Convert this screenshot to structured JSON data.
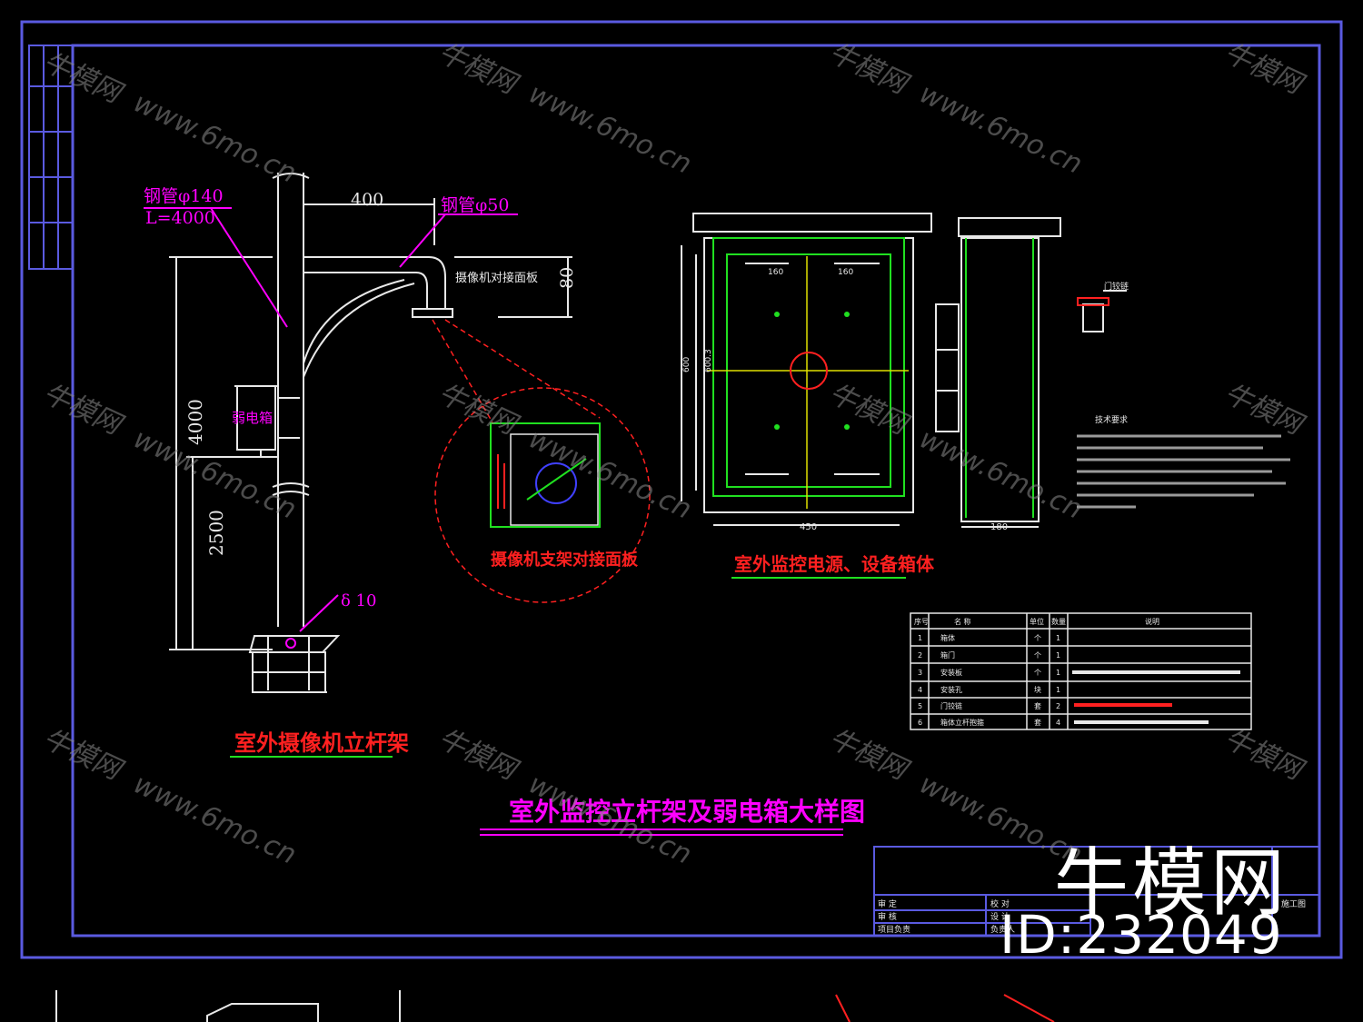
{
  "drawing": {
    "main_title": "室外监控立杆架及弱电箱大样图",
    "pole_title": "室外摄像机立杆架",
    "panel_title": "摄像机支架对接面板",
    "box_title": "室外监控电源、设备箱体",
    "pole_labels": {
      "steel_pipe_main": "钢管φ140",
      "steel_pipe_length": "L=4000",
      "steel_pipe_arm": "钢管φ50",
      "arm_length": "400",
      "drop_height": "80",
      "camera_plate": "摄像机对接面板",
      "weak_box": "弱电箱",
      "total_height": "4000",
      "lower_height": "2500",
      "base_plate": "δ 10"
    },
    "box_dims": {
      "width_front": "450",
      "height_front": "600",
      "inner_height": "600.3",
      "inner_width_a": "160",
      "inner_width_b": "160",
      "side_width": "180"
    },
    "door_lock_label": "门铰链",
    "notes_title": "技术要求",
    "table_headers": [
      "序号",
      "名    称",
      "单位",
      "数量",
      "说明"
    ],
    "table_rows": [
      [
        "1",
        "箱体",
        "个",
        "1",
        ""
      ],
      [
        "2",
        "箱门",
        "个",
        "1",
        ""
      ],
      [
        "3",
        "安装板",
        "个",
        "1",
        ""
      ],
      [
        "4",
        "安装孔",
        "块",
        "1",
        ""
      ],
      [
        "5",
        "门铰链",
        "套",
        "2",
        ""
      ],
      [
        "6",
        "箱体立杆抱箍",
        "套",
        "4",
        ""
      ]
    ]
  },
  "title_block": {
    "rows": [
      "审 定",
      "审 核",
      "项目负责"
    ],
    "col2": [
      "校 对",
      "设 计",
      "负责人"
    ],
    "stage": "施工图"
  },
  "watermark": {
    "brand": "牛模网",
    "url": "www.6mo.cn"
  },
  "logo": {
    "name": "牛模网",
    "id": "ID:232049"
  },
  "colors": {
    "frame": "#5a5ae0",
    "line": "#e8e8e8",
    "magenta": "#ff00ff",
    "red": "#ff2020",
    "green": "#20e020",
    "yellow": "#e0e000"
  }
}
